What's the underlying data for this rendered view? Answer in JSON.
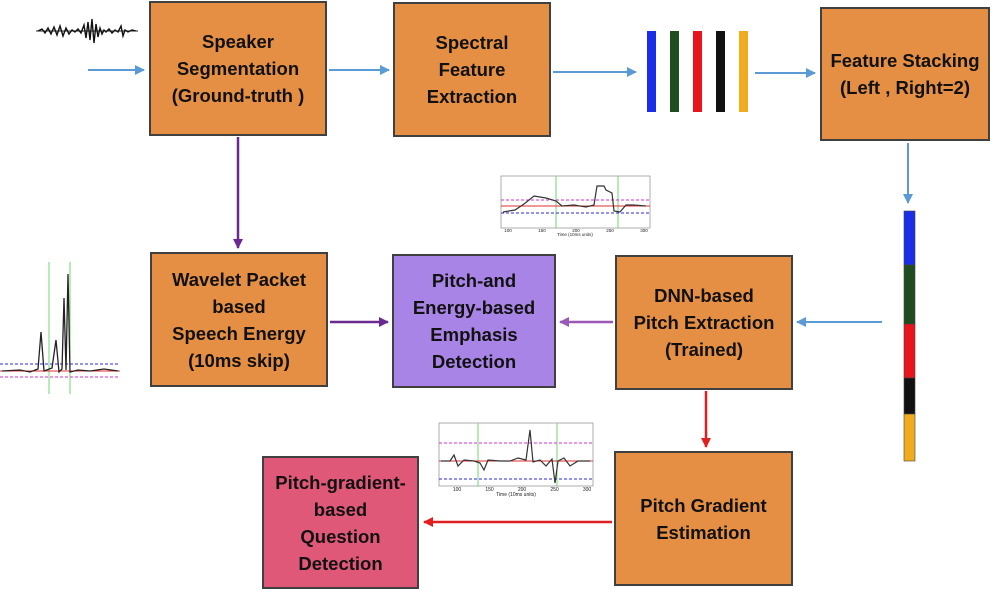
{
  "diagram": {
    "boxes": {
      "speaker_segmentation": "Speaker\nSegmentation\n(Ground-truth )",
      "spectral_feature_extraction": "Spectral\nFeature\nExtraction",
      "feature_stacking": "Feature Stacking\n(Left , Right=2)",
      "wavelet_packet_energy": "Wavelet Packet\nbased\nSpeech Energy\n(10ms skip)",
      "emphasis_detection": "Pitch-and\nEnergy-based\nEmphasis\nDetection",
      "dnn_pitch_extraction": "DNN-based\nPitch Extraction\n(Trained)",
      "pitch_gradient_estimation": "Pitch Gradient\nEstimation",
      "question_detection": "Pitch-gradient-\nbased\nQuestion\nDetection"
    },
    "colors": {
      "process_box": "#e58f44",
      "emphasis_box": "#a884e6",
      "question_box": "#e05878",
      "blue_arrow": "#5b9bd5",
      "purple_arrow": "#6a2a90",
      "red_arrow": "#e02020"
    },
    "feature_colors": [
      "#1a2ee8",
      "#1f4d1f",
      "#e8141e",
      "#111111",
      "#f0ac1e"
    ],
    "plots": {
      "pitch_contour": {
        "x_ticks": [
          "100",
          "150",
          "200",
          "250",
          "300"
        ],
        "x_label": "Time (10ms units)"
      },
      "pitch_gradient": {
        "x_ticks": [
          "100",
          "150",
          "200",
          "250",
          "300"
        ],
        "x_label": "Time (10ms units)"
      }
    }
  }
}
